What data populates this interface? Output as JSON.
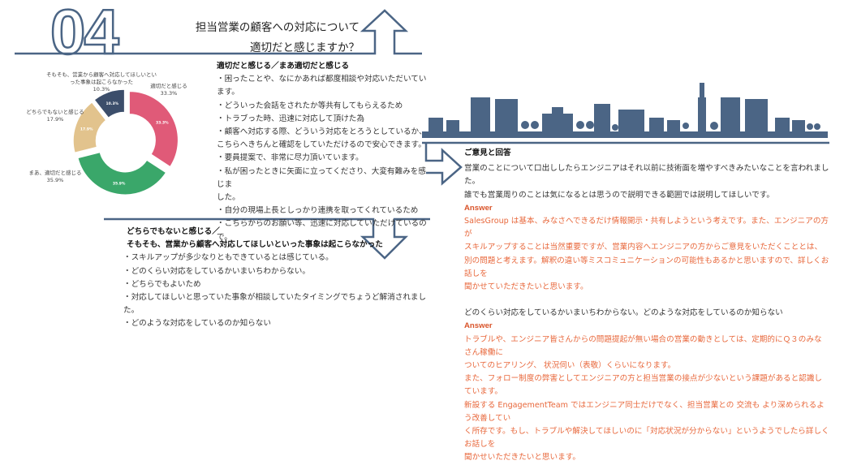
{
  "header": {
    "number": "04",
    "title_line1": "担当営業の顧客への対応について",
    "title_line2": "適切だと感じますか？"
  },
  "colors": {
    "accent": "#4b6585",
    "answer": "#e8683c"
  },
  "chart_data": {
    "type": "pie",
    "style": "donut",
    "start": "top",
    "direction": "clockwise",
    "slices": [
      {
        "label": "適切だと感じる",
        "value": 33.3,
        "pct_text": "33.3%",
        "color": "#e05a78"
      },
      {
        "label": "まあ、適切だと感じる",
        "value": 35.9,
        "pct_text": "35.9%",
        "color": "#3aa76a"
      },
      {
        "label": "どちらでもないと感じる",
        "value": 17.9,
        "pct_text": "17.9%",
        "color": "#e2c38d"
      },
      {
        "label": "そもそも、営業から顧客へ対応してほしいといった事象は起こらなかった",
        "value": 10.3,
        "pct_text": "10.3%",
        "color": "#3c4e6b"
      }
    ]
  },
  "chart_labels": {
    "s0a": "適切だと感じる",
    "s1a": "まあ、適切だと感じる",
    "s2a": "どちらでもないと感じる",
    "s3a": "そもそも、営業から顧客へ対応してほしいといった事象は起こらなかった"
  },
  "positive": {
    "heading": "適切だと感じる／まあ適切だと感じる",
    "items": [
      "・困ったことや、なにかあれば都度相談や対応いただいています。",
      "・どういった会話をされたか等共有してもらえるため",
      "・トラブった時、迅速に対応して頂けた為",
      "・顧客へ対応する際、どういう対応をとろうとしているか、",
      "こちらへきちんと確認をしていただけるので安心できます。",
      "・要員提案で、非常に尽力頂いています。",
      "・私が困ったときに矢面に立ってくださり、大変有難みを感じま",
      "した。",
      "・自分の現場上長としっかり連携を取ってくれているため",
      "・こちらからのお願い等、迅速に対応していただけているので。"
    ]
  },
  "neutral": {
    "heading1": "どちらでもないと感じる／",
    "heading2": "そもそも、営業から顧客へ対応してほしいといった事象は起こらなかった",
    "items": [
      "・スキルアップが多少なりともできているとは感じている。",
      "・どのくらい対応をしているかいまいちわからない。",
      "・どちらでもよいため",
      "・対応してほしいと思っていた事象が相談していたタイミングでちょうど解消されました。",
      "・どのような対応をしているのか知らない"
    ]
  },
  "feedback": {
    "heading": "ご意見と回答",
    "q1": [
      "営業のことについて口出ししたらエンジニアはそれ以前に技術面を増やすべきみたいなことを言われました。",
      "誰でも営業周りのことは気になるとは思うので説明できる範囲では説明してほしいです。"
    ],
    "answer_label": "Answer",
    "a1": [
      "SalesGroup は基本、みなさへできるだけ情報開示・共有しようという考えです。また、エンジニアの方が",
      "スキルアップすることは当然重要ですが、営業内容へエンジニアの方からご意見をいただくこととは、",
      "別の問題と考えます。解釈の違い等ミスコミュニケーションの可能性もあるかと思いますので、詳しくお話しを",
      "聞かせていただきたいと思います。"
    ],
    "q2": [
      "どのくらい対応をしているかいまいちわからない。どのような対応をしているのか知らない"
    ],
    "a2": [
      "トラブルや、エンジニア皆さんからの問題提起が無い場合の営業の動きとしては、定期的にＱ３のみなさん稼働に",
      "ついてのヒアリング、 状況伺い（表敬）くらいになります。",
      "また、フォロー制度の弊害としてエンジニアの方と担当営業の接点が少ないという課題があると認識しています。",
      "新設する EngagementTeam ではエンジニア同士だけでなく、担当営業との 交流も より深められるよう改善してい",
      "く所存です。もし、トラブルや解決してほしいのに「対応状況が分からない」というようでしたら詳しくお話しを",
      "聞かせいただきたいと思います。"
    ]
  }
}
